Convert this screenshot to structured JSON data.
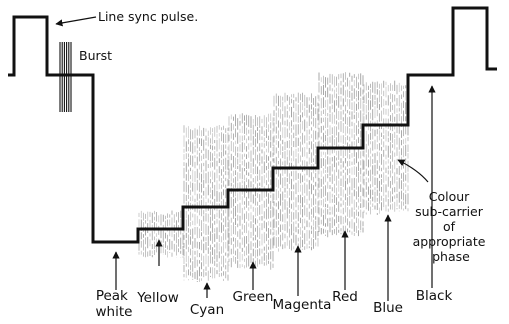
{
  "annotations": {
    "line_sync_pulse": "Line sync pulse.",
    "burst": "Burst",
    "colour_subcarrier": [
      "Colour",
      "sub-carrier",
      "of",
      "appropriate",
      "phase"
    ]
  },
  "bars": [
    {
      "lines": [
        "Peak",
        "white"
      ]
    },
    {
      "lines": [
        "Yellow"
      ]
    },
    {
      "lines": [
        "Cyan"
      ]
    },
    {
      "lines": [
        "Green"
      ]
    },
    {
      "lines": [
        "Magenta"
      ]
    },
    {
      "lines": [
        "Red"
      ]
    },
    {
      "lines": [
        "Blue"
      ]
    },
    {
      "lines": [
        "Black"
      ]
    }
  ]
}
